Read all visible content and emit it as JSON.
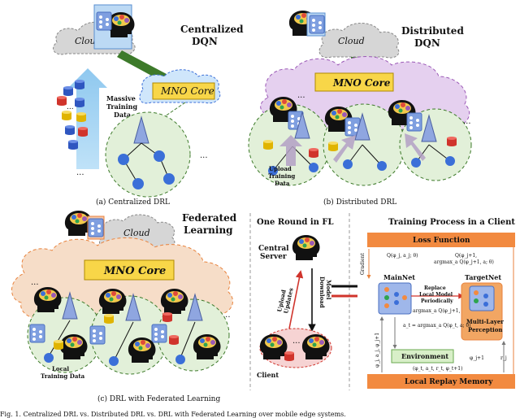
{
  "panel_a": {
    "cloud": "Cloud",
    "title_l1": "Centralized",
    "title_l2": "DQN",
    "mno": "MNO Core",
    "massive_l1": "Massive",
    "massive_l2": "Training",
    "massive_l3": "Data",
    "ellipsis": "...",
    "caption": "(a)  Centralized  DRL"
  },
  "panel_b": {
    "cloud": "Cloud",
    "title_l1": "Distributed",
    "title_l2": "DQN",
    "mno": "MNO Core",
    "upload_l1": "Upload",
    "upload_l2": "Training",
    "upload_l3": "Data",
    "ellipsis": "...",
    "caption": "(b)  Distributed  DRL"
  },
  "panel_c": {
    "cloud": "Cloud",
    "title_l1": "Federated",
    "title_l2": "Learning",
    "mno": "MNO Core",
    "local_l1": "Local",
    "local_l2": "Training Data",
    "ellipsis": "...",
    "round_title": "One Round in FL",
    "server_l1": "Central",
    "server_l2": "Server",
    "download_l1": "Download",
    "download_l2": "Model",
    "upload_l1": "Upload",
    "upload_l2": "Updates",
    "client": "Client",
    "process_title": "Training Process in a Client",
    "loss": "Loss Function",
    "gradient": "Gradient",
    "mainnet": "MainNet",
    "targetnet": "TargetNet",
    "replace_l1": "Replace",
    "replace_l2": "Local Model",
    "replace_l3": "Periodically",
    "mlp_l1": "Multi-Layer",
    "mlp_l2": "Perception",
    "environment": "Environment",
    "replay": "Local Replay Memory",
    "q_main": "Q(φ_j, a_j; θ)",
    "q_target": "Q(φ_j+1,",
    "argmax_top": "argmax_a Q(φ_j+1, a; θ)",
    "argmax_mid": "argmax_a Q(φ_j+1, a; θ)",
    "argmax_env": "a_t = argmax_a Q(φ_t, a; θ)",
    "phi_left": "φ_j, a_j, φ_j+1",
    "phi_right": "φ_j+1",
    "r_j": "r_j",
    "transition": "(φ_t, a_t, r_t, φ_t+1)",
    "caption": "(c)  DRL with Federated Learning"
  },
  "footer": "Fig. 1.   Centralized DRL vs. Distributed DRL vs. DRL with Federated Learning over mobile edge systems.",
  "colors": {
    "cloud_gray": "#d6d6d6",
    "mno_yellow": "#f8d648",
    "purple_cloud": "#e5d0ef",
    "orange_cloud": "#f6ddc8",
    "edge_green": "#e2f0d9",
    "loss_orange": "#f28a40",
    "env_green": "#d8efc8"
  }
}
